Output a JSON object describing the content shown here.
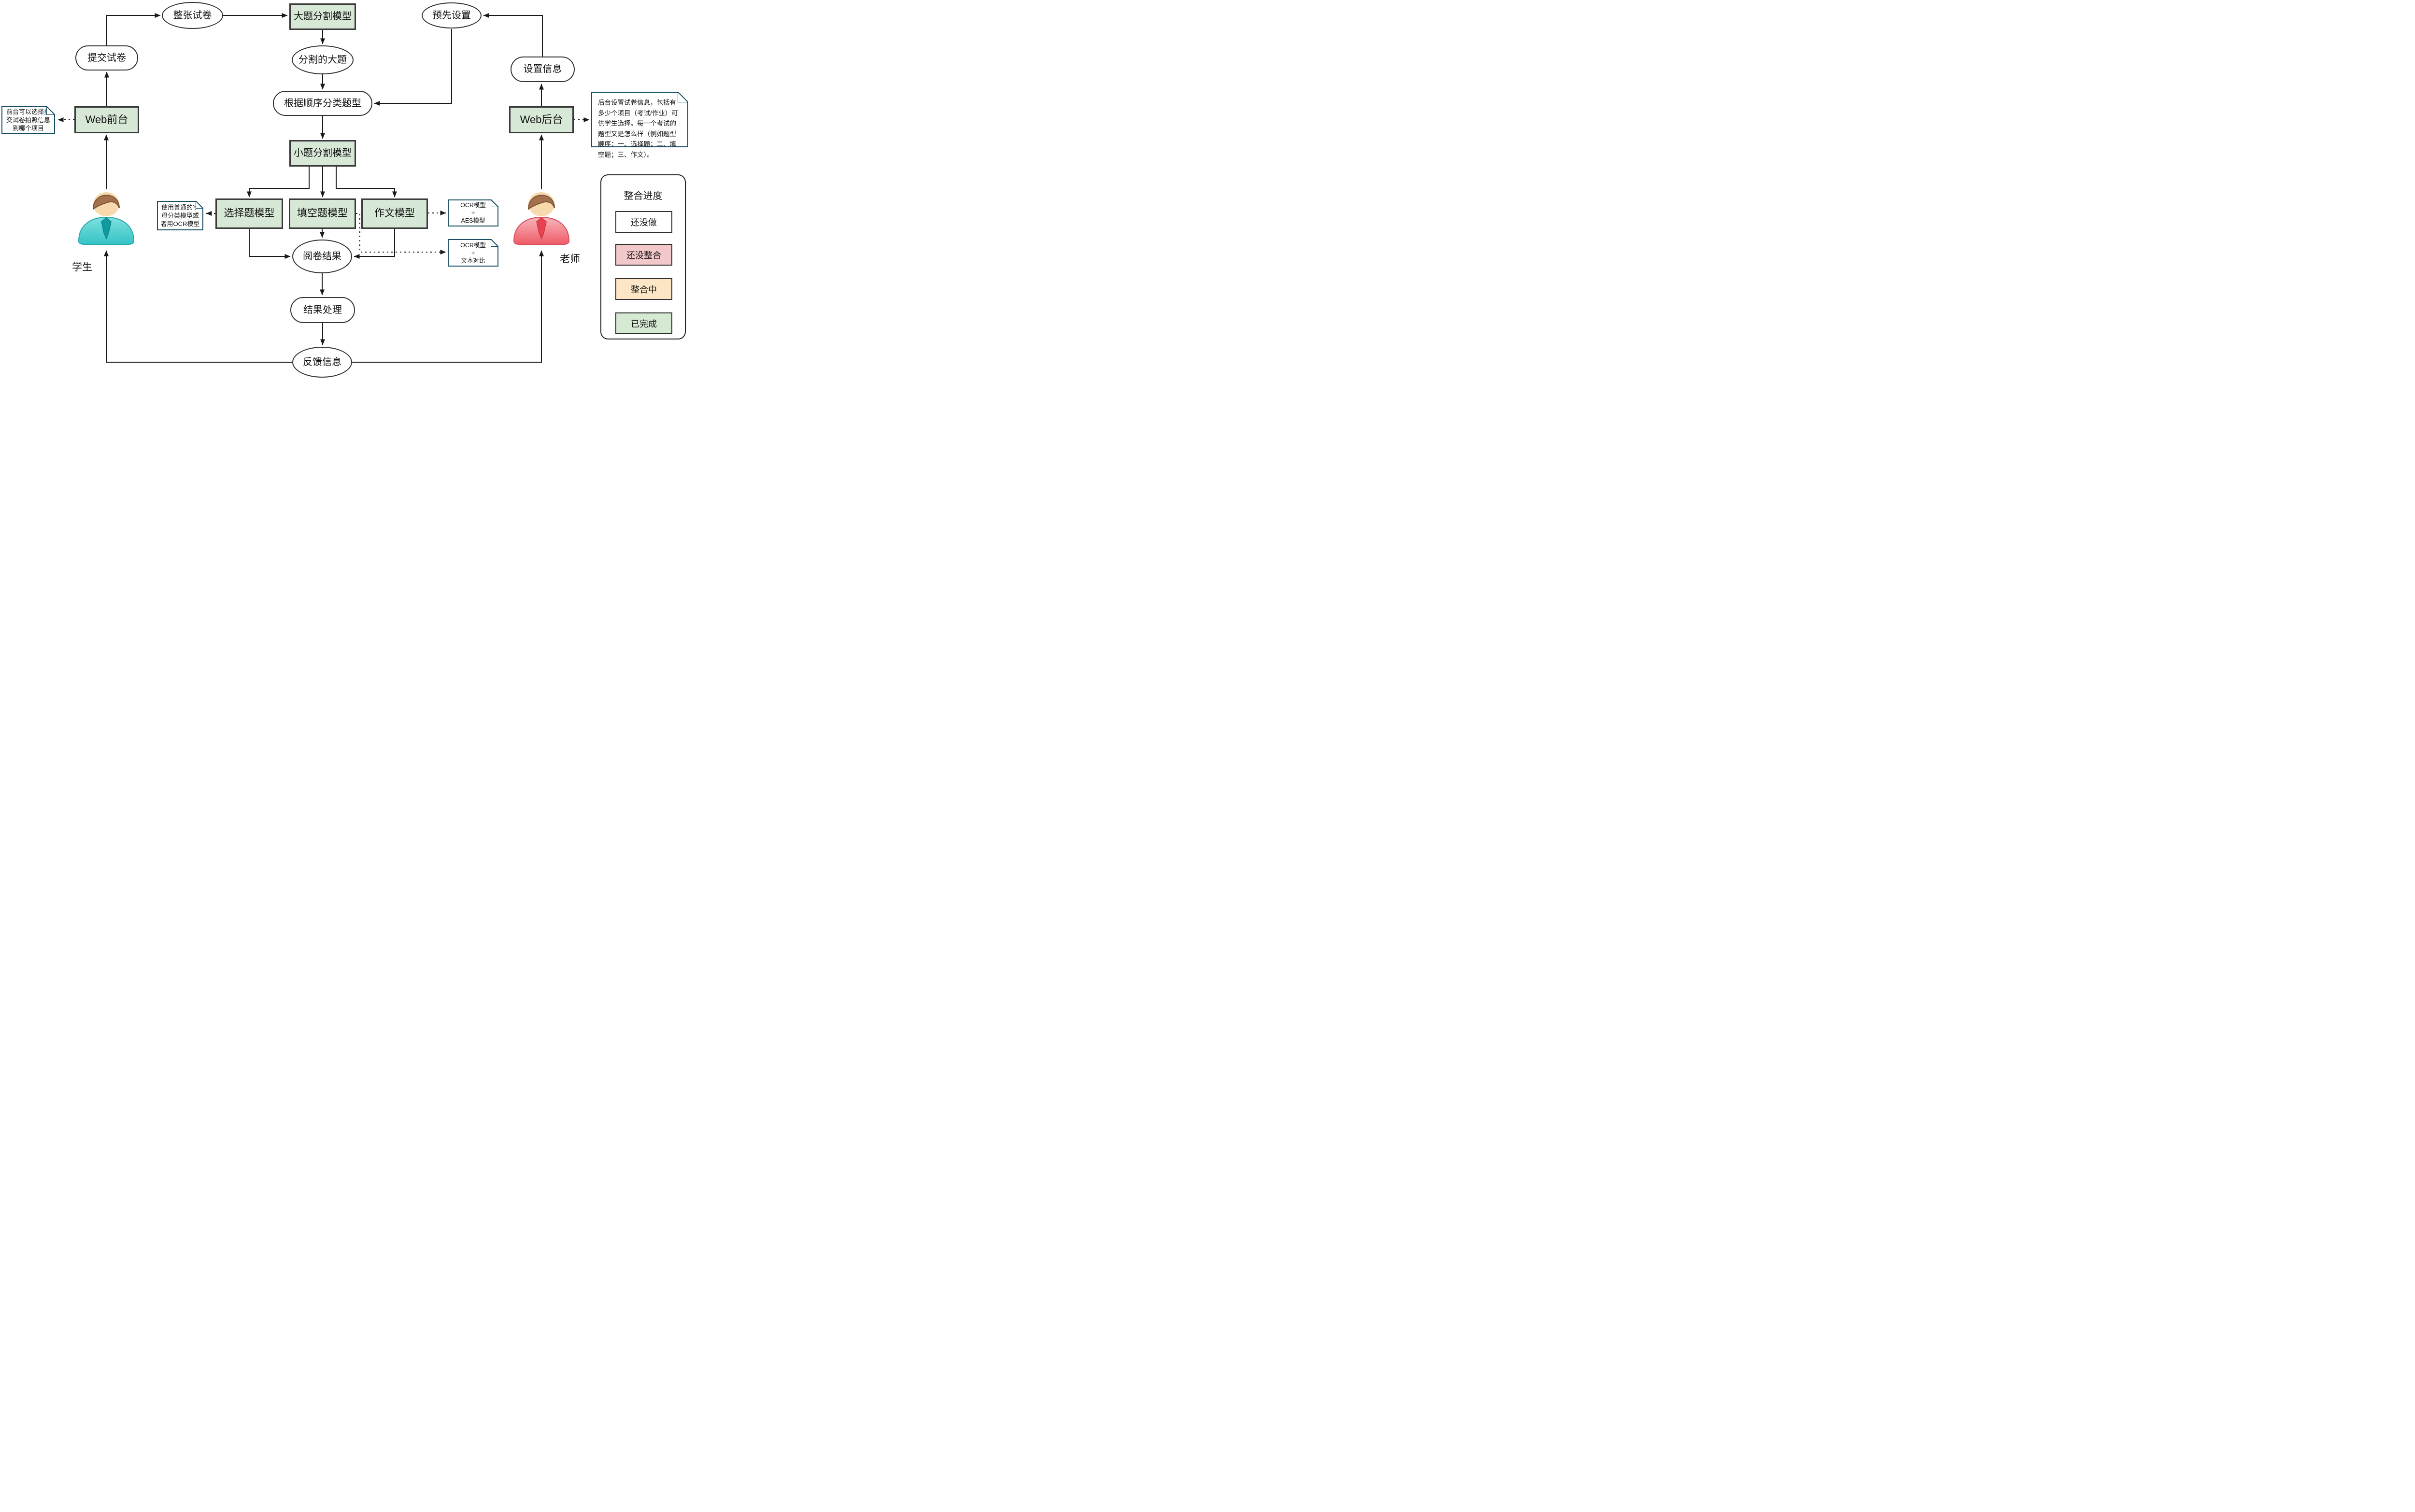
{
  "nodes": {
    "whole_paper": "整张试卷",
    "big_question_split_model": "大题分割模型",
    "preset": "预先设置",
    "submit_paper": "提交试卷",
    "split_big_questions": "分割的大题",
    "settings_info": "设置信息",
    "classify_by_order": "根据顺序分类题型",
    "web_frontend": "Web前台",
    "web_backend": "Web后台",
    "small_question_split_model": "小题分割模型",
    "choice_model": "选择题模型",
    "blank_model": "填空题模型",
    "essay_model": "作文模型",
    "grading_result": "阅卷结果",
    "result_processing": "结果处理",
    "feedback_info": "反馈信息"
  },
  "notes": {
    "frontend_note": "前台可以选择提交试卷拍照信息到哪个项目",
    "backend_note": "后台设置试卷信息，包括有多少个项目（考试/作业）可供学生选择。每一个考试的题型又是怎么样（例如题型顺序：一、选择题；二、填空题；三、作文）。",
    "choice_note": "使用普通的字母分类模型或者用OCR模型",
    "essay_note": "OCR模型\n+\nAES模型",
    "blank_note": "OCR模型\n+\n文本对比"
  },
  "actors": {
    "student": "学生",
    "teacher": "老师"
  },
  "legend": {
    "title": "整合进度",
    "items": [
      {
        "label": "还没做",
        "color": "#ffffff"
      },
      {
        "label": "还没整合",
        "color": "#f3c8ca"
      },
      {
        "label": "整合中",
        "color": "#fce6c6"
      },
      {
        "label": "已完成",
        "color": "#d6e9d2"
      }
    ]
  },
  "colors": {
    "model_box_fill": "#d7e9d6",
    "model_box_border": "#3a3a3a",
    "note_border": "#174e63",
    "line": "#1a1a1a",
    "student_body": "#49cfd0",
    "teacher_body": "#ee5b67"
  }
}
